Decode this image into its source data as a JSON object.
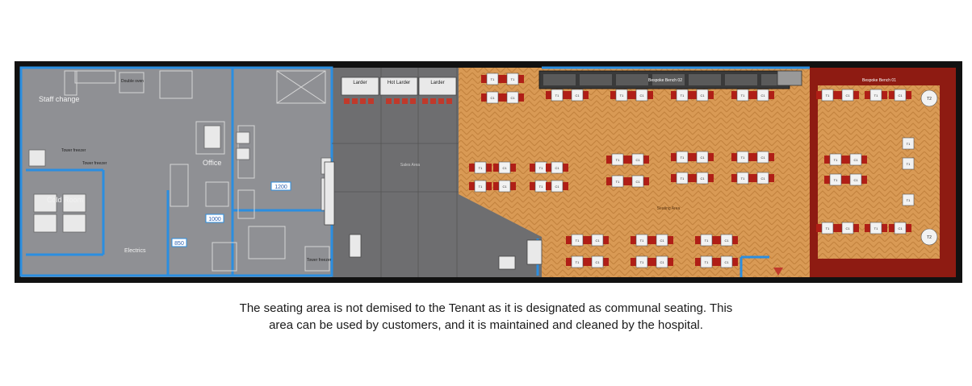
{
  "plan": {
    "colors": {
      "frame": "#111111",
      "wall_blue": "#2b8ee0",
      "kitchen_floor": "#8f9094",
      "sales_floor": "#6e6e70",
      "seating_floor": "#d99a55",
      "bench_red": "#8e1b12",
      "chair_red": "#b01e16",
      "table": "#f2f2f2",
      "equipment": "#e9e9e9"
    },
    "rooms": {
      "staff_change": "Staff change",
      "cold_room": "Cold Room",
      "office": "Office",
      "electrics": "Electrics"
    },
    "equipment": {
      "tower_freezer_1": "Tower freezer",
      "tower_freezer_2": "Tower freezer",
      "tower_freezer_3": "Tower freezer",
      "double_oven": "Double oven",
      "larder_1": "Larder",
      "larder_2": "Hot Larder",
      "larder_3": "Larder"
    },
    "dimensions": {
      "d1200": "1200",
      "d1000": "1000",
      "d850": "850"
    },
    "tables": {
      "t1": "T1",
      "c1": "C1",
      "t2": "T2"
    },
    "benches": {
      "bench_left": "Bespoke Bench 02",
      "bench_right": "Bespoke Bench 01"
    },
    "areas": {
      "sales_area": "Sales Area",
      "seating_area": "Seating Area"
    }
  },
  "caption": {
    "line1": "The seating area is not demised to the Tenant as it is designated as communal seating. This",
    "line2": "area can be used by customers, and it is maintained and cleaned by the hospital."
  }
}
